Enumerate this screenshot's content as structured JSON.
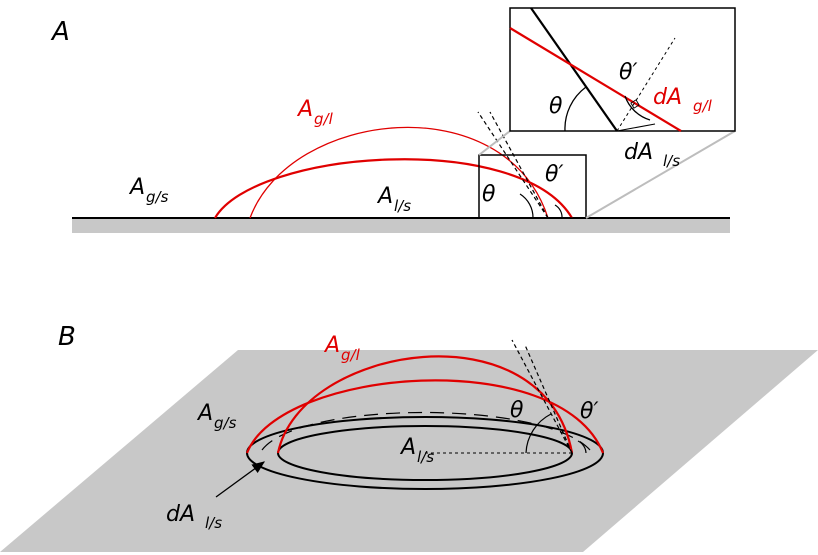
{
  "panels": {
    "a": {
      "label": "A",
      "labels": {
        "a_gl": {
          "main": "A",
          "sub": "g/l"
        },
        "a_gs": {
          "main": "A",
          "sub": "g/s"
        },
        "a_ls": {
          "main": "A",
          "sub": "l/s"
        },
        "theta": "θ",
        "theta_prime": "θ′",
        "inset_theta": "θ",
        "inset_theta_prime": "θ′",
        "inset_da_gl": {
          "main": "dA",
          "sub": "g/l"
        },
        "inset_da_ls": {
          "main": "dA",
          "sub": "l/s"
        }
      }
    },
    "b": {
      "label": "B",
      "labels": {
        "a_gl": {
          "main": "A",
          "sub": "g/l"
        },
        "a_gs": {
          "main": "A",
          "sub": "g/s"
        },
        "a_ls": {
          "main": "A",
          "sub": "l/s"
        },
        "theta": "θ",
        "theta_prime": "θ′",
        "da_ls": {
          "main": "dA",
          "sub": "l/s"
        }
      }
    }
  },
  "colors": {
    "droplet": "#e00000",
    "surface": "#c8c8c8",
    "line": "#000000",
    "inset_connector": "#bdbdbd"
  }
}
